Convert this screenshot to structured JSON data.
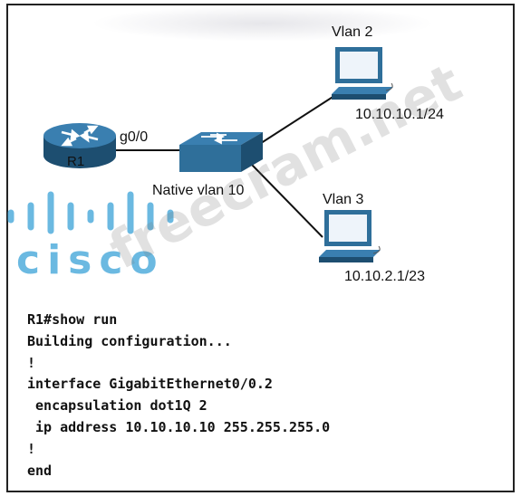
{
  "labels": {
    "router_name": "R1",
    "router_port": "g0/0",
    "switch_native_vlan": "Native vlan 10",
    "pc_top_vlan": "Vlan 2",
    "pc_top_ip": "10.10.10.1/24",
    "pc_bottom_vlan": "Vlan 3",
    "pc_bottom_ip": "10.10.2.1/23"
  },
  "config_lines": [
    "R1#show run",
    "Building configuration...",
    "!",
    "interface GigabitEthernet0/0.2",
    " encapsulation dot1Q 2",
    " ip address 10.10.10.10 255.255.255.0",
    "!",
    "end"
  ],
  "logo_text": "cisco",
  "watermark_text": "freecram.net",
  "colors": {
    "device_blue": "#2f6f9a",
    "device_blue_dark": "#1d4e70",
    "cisco_blue": "#3aa2d8",
    "link": "#111111"
  }
}
